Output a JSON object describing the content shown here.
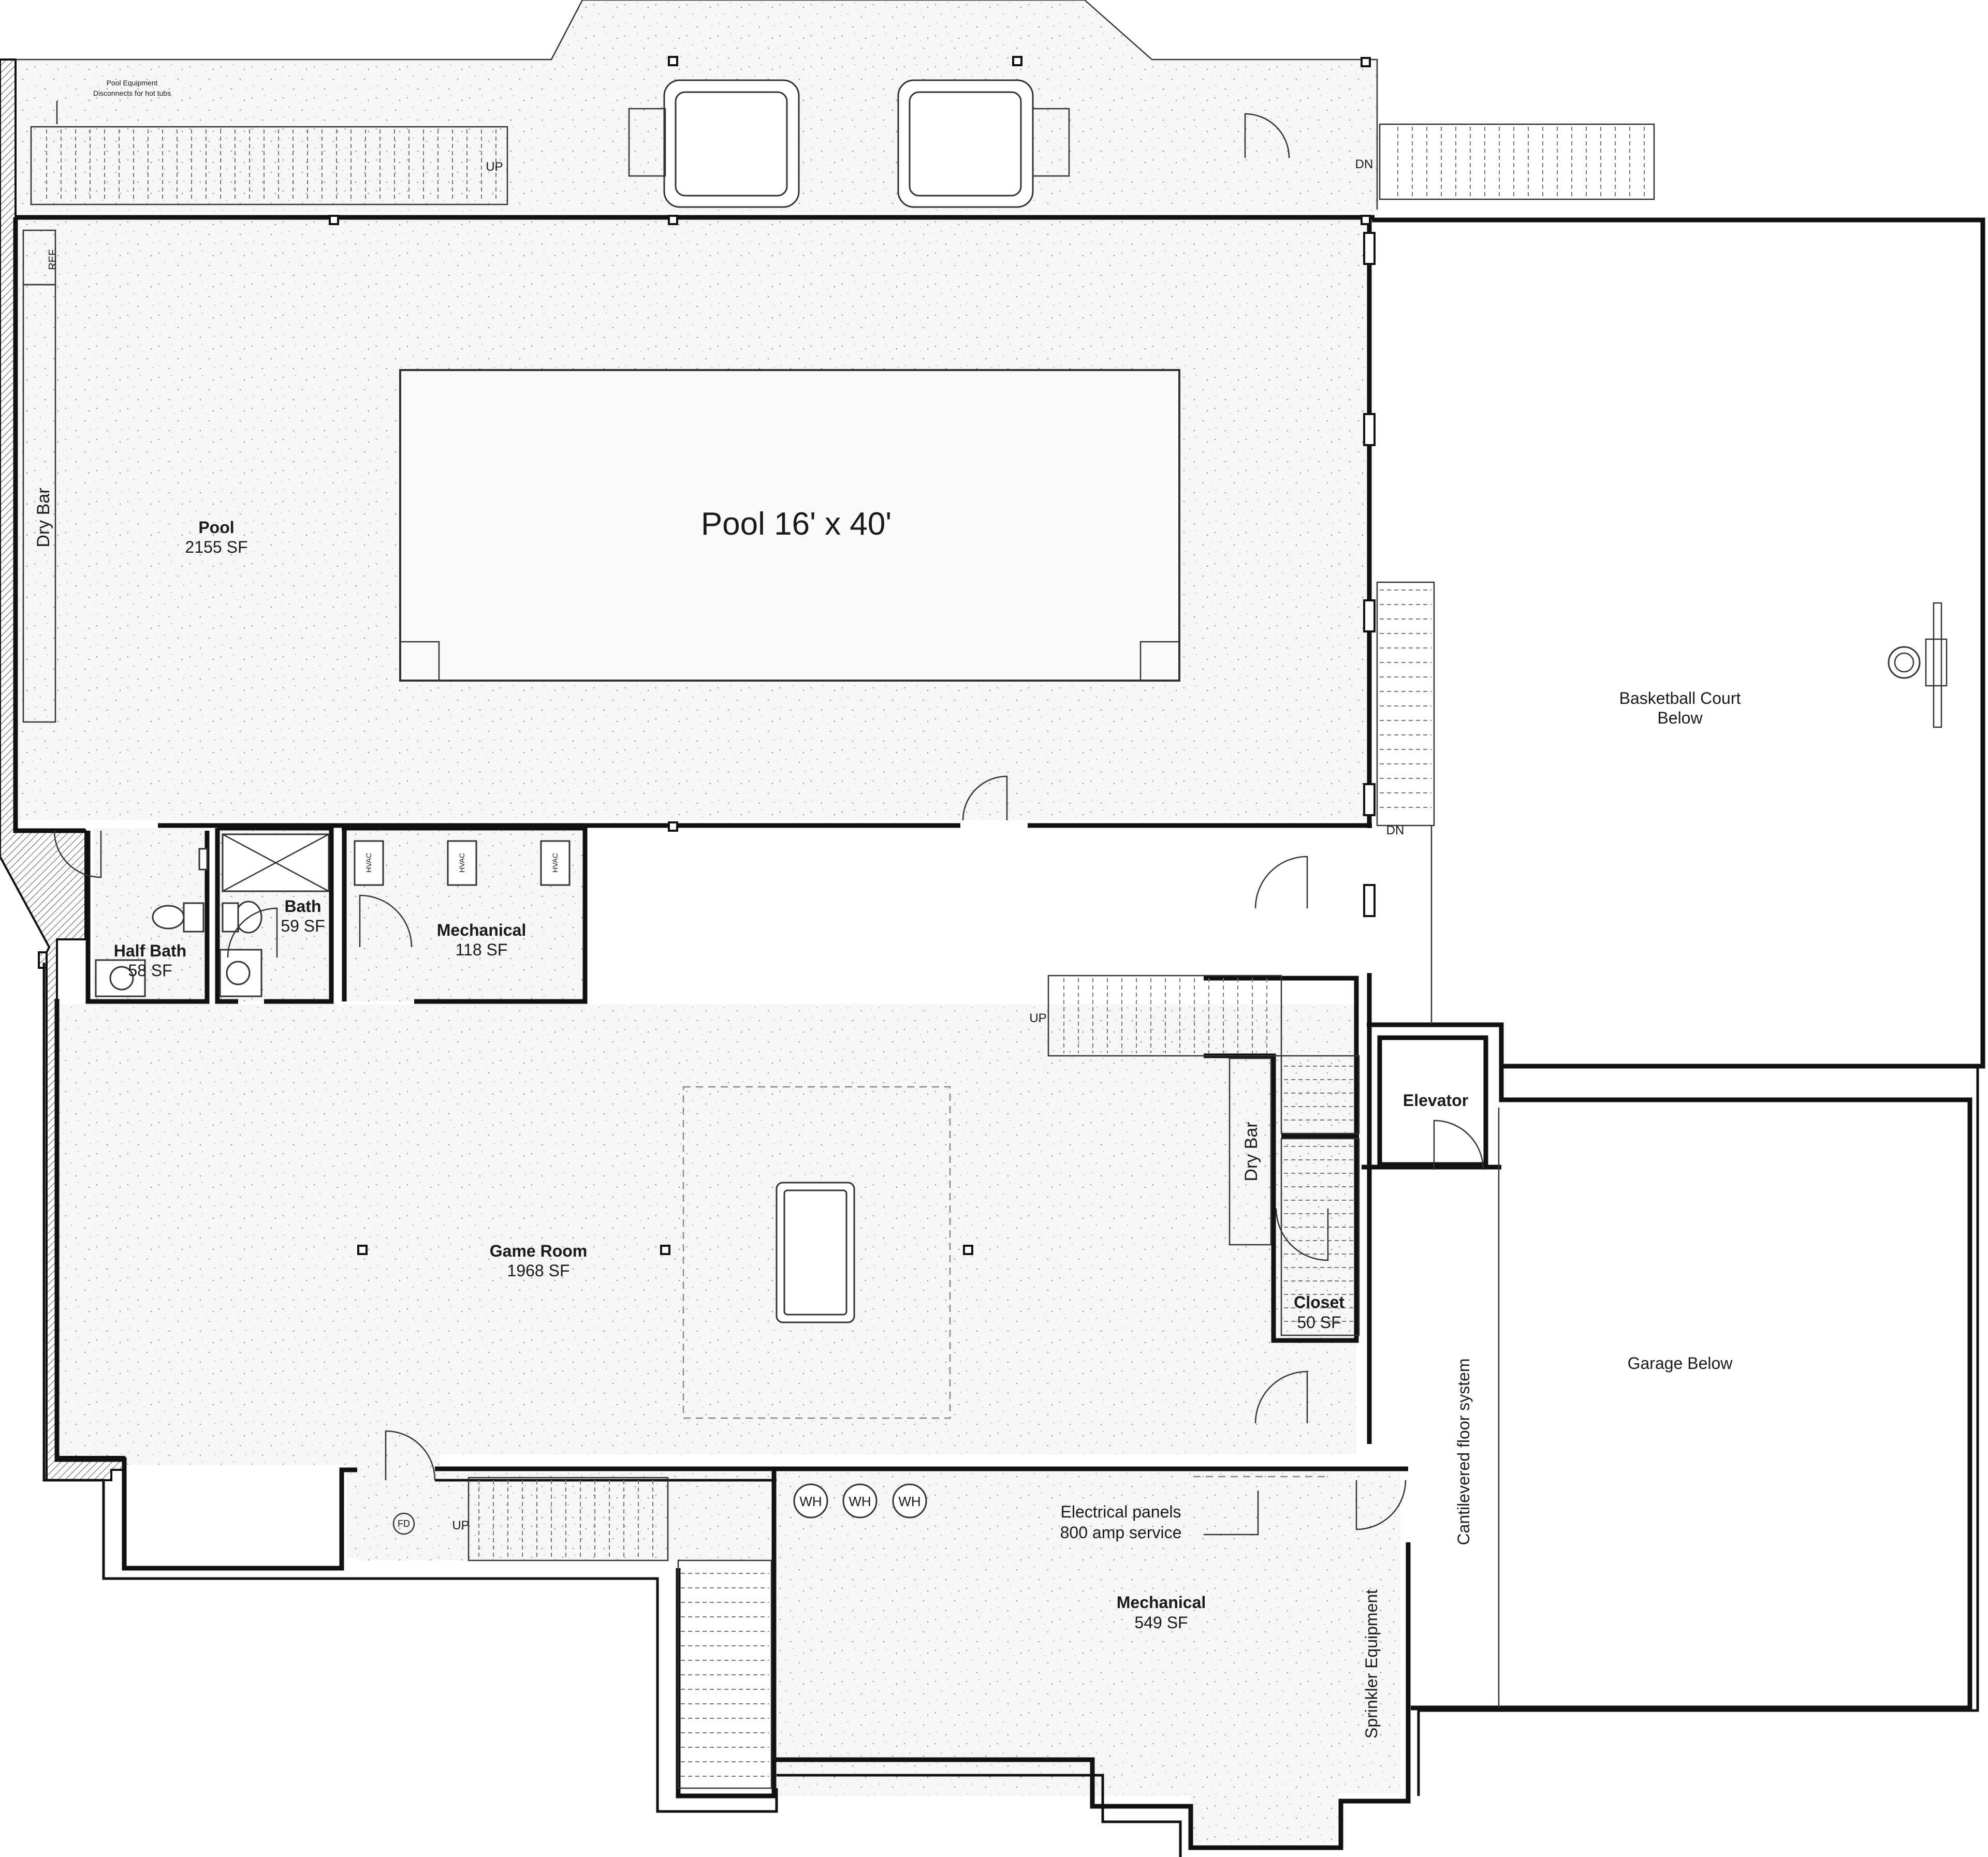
{
  "plan": {
    "rooms": {
      "pool": {
        "name": "Pool",
        "area": "2155 SF"
      },
      "pool_basin": {
        "label": "Pool 16' x 40'"
      },
      "basketball": {
        "line1": "Basketball Court",
        "line2": "Below"
      },
      "half_bath": {
        "name": "Half Bath",
        "area": "58 SF"
      },
      "bath": {
        "name": "Bath",
        "area": "59 SF"
      },
      "mechanical_small": {
        "name": "Mechanical",
        "area": "118 SF"
      },
      "elevator": {
        "name": "Elevator"
      },
      "game_room": {
        "name": "Game Room",
        "area": "1968 SF"
      },
      "closet": {
        "name": "Closet",
        "area": "50 SF"
      },
      "garage": {
        "label": "Garage Below"
      },
      "mechanical_large": {
        "name": "Mechanical",
        "area": "549 SF"
      }
    },
    "notes": {
      "pool_equipment_1": "Pool Equipment",
      "pool_equipment_2": "Disconnects for hot tubs",
      "ref": "REF.",
      "dry_bar_pool": "Dry Bar",
      "dry_bar_game": "Dry Bar",
      "electrical_1": "Electrical panels",
      "electrical_2": "800 amp service",
      "cantilevered": "Cantilevered floor system",
      "sprinkler": "Sprinkler Equipment",
      "fd": "FD"
    },
    "stairs": {
      "top_left": "UP",
      "top_right": "DN",
      "pool_side": "DN",
      "game_room": "UP",
      "lower": "UP"
    },
    "hvac_labels": [
      "HVAC",
      "HVAC",
      "HVAC"
    ],
    "water_heaters": [
      "WH",
      "WH",
      "WH"
    ]
  }
}
